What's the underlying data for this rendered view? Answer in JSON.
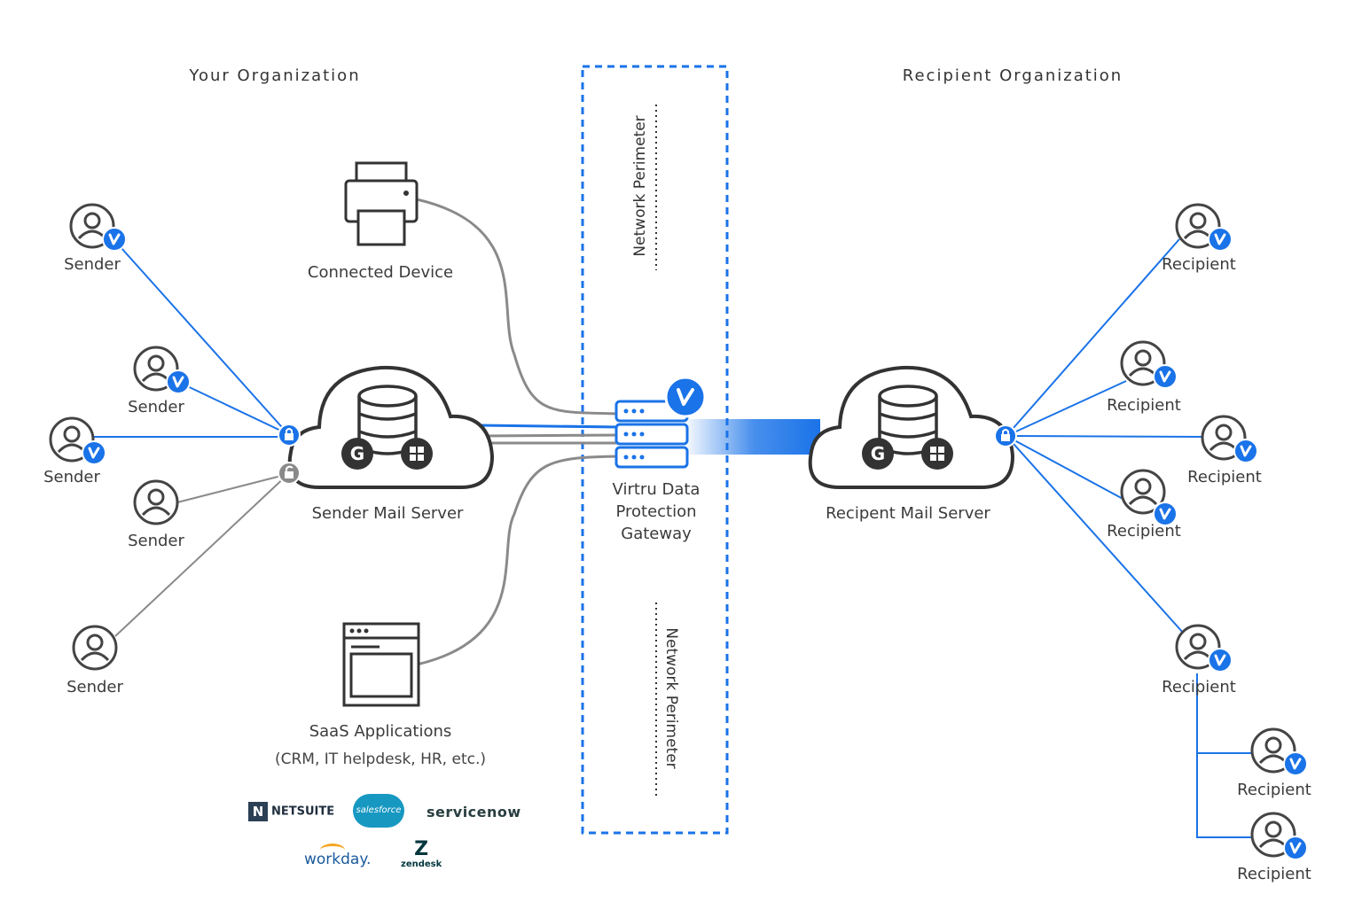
{
  "headings": {
    "left": "Your Organization",
    "right": "Recipient Organization"
  },
  "perimeter": {
    "top_label": "Network Perimeter",
    "bottom_label": "Network Perimeter"
  },
  "nodes": {
    "connected_device": "Connected Device",
    "sender_mail_server": "Sender Mail Server",
    "gateway_lines": [
      "Virtru Data",
      "Protection",
      "Gateway"
    ],
    "recipient_mail_server": "Recipent Mail Server",
    "saas_title": "SaaS Applications",
    "saas_subtitle": "(CRM, IT helpdesk, HR, etc.)"
  },
  "senders": [
    "Sender",
    "Sender",
    "Sender",
    "Sender",
    "Sender"
  ],
  "recipients": [
    "Recipient",
    "Recipient",
    "Recipient",
    "Recipient",
    "Recipient",
    "Recipient",
    "Recipient"
  ],
  "saas_logos": {
    "netsuite": "NETSUITE",
    "netsuite_mark": "N",
    "salesforce": "salesforce",
    "servicenow": "servicenow",
    "workday": "workday.",
    "zendesk": "zendesk",
    "zendesk_mark": "Z"
  },
  "colors": {
    "accent_blue": "#1a73e8",
    "line_gray": "#8a8a8a",
    "icon_dark": "#444444"
  },
  "icons": {
    "virtru_badge": "virtru-v-icon",
    "lock": "lock-icon",
    "unlock": "unlock-icon",
    "database": "database-icon",
    "google": "google-g-icon",
    "microsoft": "microsoft-windows-icon",
    "printer": "printer-icon",
    "browser": "browser-window-icon"
  }
}
